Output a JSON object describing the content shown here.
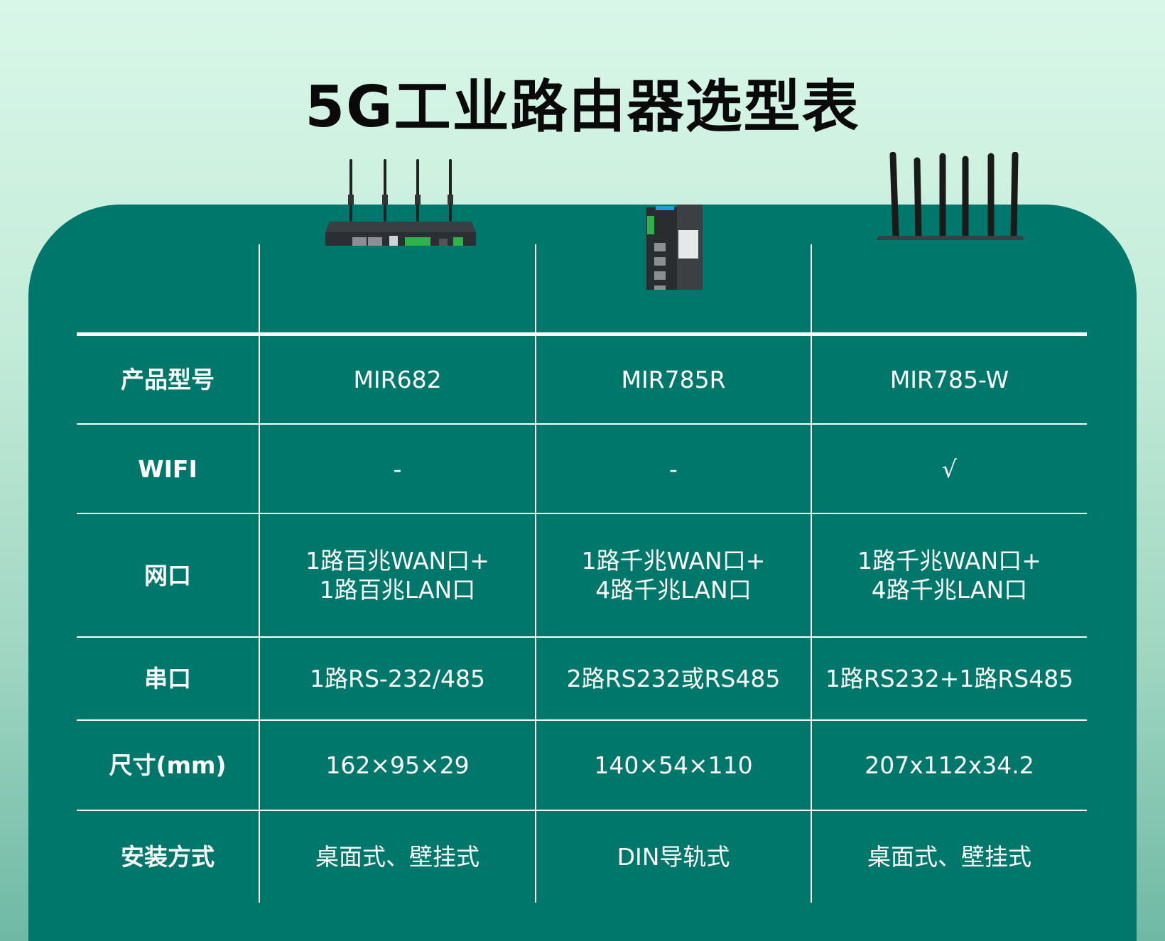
{
  "title": "5G工业路由器选型表",
  "products": [
    {
      "icon": "router-4-antenna-image"
    },
    {
      "icon": "din-rail-router-image"
    },
    {
      "icon": "router-6-antenna-image"
    }
  ],
  "rows": [
    {
      "label": "产品型号",
      "values": [
        [
          "MIR682"
        ],
        [
          "MIR785R"
        ],
        [
          "MIR785-W"
        ]
      ]
    },
    {
      "label": "WIFI",
      "values": [
        [
          "-"
        ],
        [
          "-"
        ],
        [
          "√"
        ]
      ]
    },
    {
      "label": "网口",
      "values": [
        [
          "1路百兆WAN口+",
          "1路百兆LAN口"
        ],
        [
          "1路千兆WAN口+",
          "4路千兆LAN口"
        ],
        [
          "1路千兆WAN口+",
          "4路千兆LAN口"
        ]
      ]
    },
    {
      "label": "串口",
      "values": [
        [
          "1路RS-232/485"
        ],
        [
          "2路RS232或RS485"
        ],
        [
          "1路RS232+1路RS485"
        ]
      ]
    },
    {
      "label": "尺寸(mm)",
      "values": [
        [
          "162×95×29"
        ],
        [
          "140×54×110"
        ],
        [
          "207x112x34.2"
        ]
      ]
    },
    {
      "label": "安装方式",
      "values": [
        [
          "桌面式、壁挂式"
        ],
        [
          "DIN导轨式"
        ],
        [
          "桌面式、壁挂式"
        ]
      ]
    }
  ],
  "colors": {
    "panel": "#00776b",
    "line": "#ffffff",
    "title": "#0a0a0a"
  }
}
